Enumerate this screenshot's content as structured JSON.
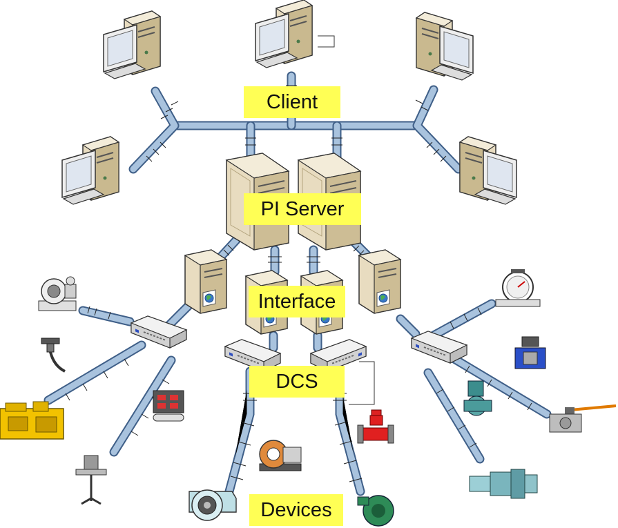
{
  "labels": {
    "client": "Client",
    "pi_server": "PI Server",
    "interface": "Interface",
    "dcs": "DCS",
    "devices": "Devices"
  },
  "colors": {
    "label_background": "#ffff55",
    "pipe_fill": "#a9c3de",
    "pipe_outline": "#3f5f88",
    "computer_beige": "#e8dcc0",
    "monitor_screen": "#dfe6f0",
    "switch_gray": "#d9d9d9"
  },
  "icons": [
    "desktop-computer-icon",
    "server-tower-icon",
    "network-switch-icon",
    "globe-icon",
    "pressure-gauge-icon",
    "valve-icon",
    "pump-icon",
    "generator-icon",
    "turbine-icon",
    "blower-icon",
    "control-panel-icon",
    "sensor-icon",
    "agitator-icon"
  ]
}
